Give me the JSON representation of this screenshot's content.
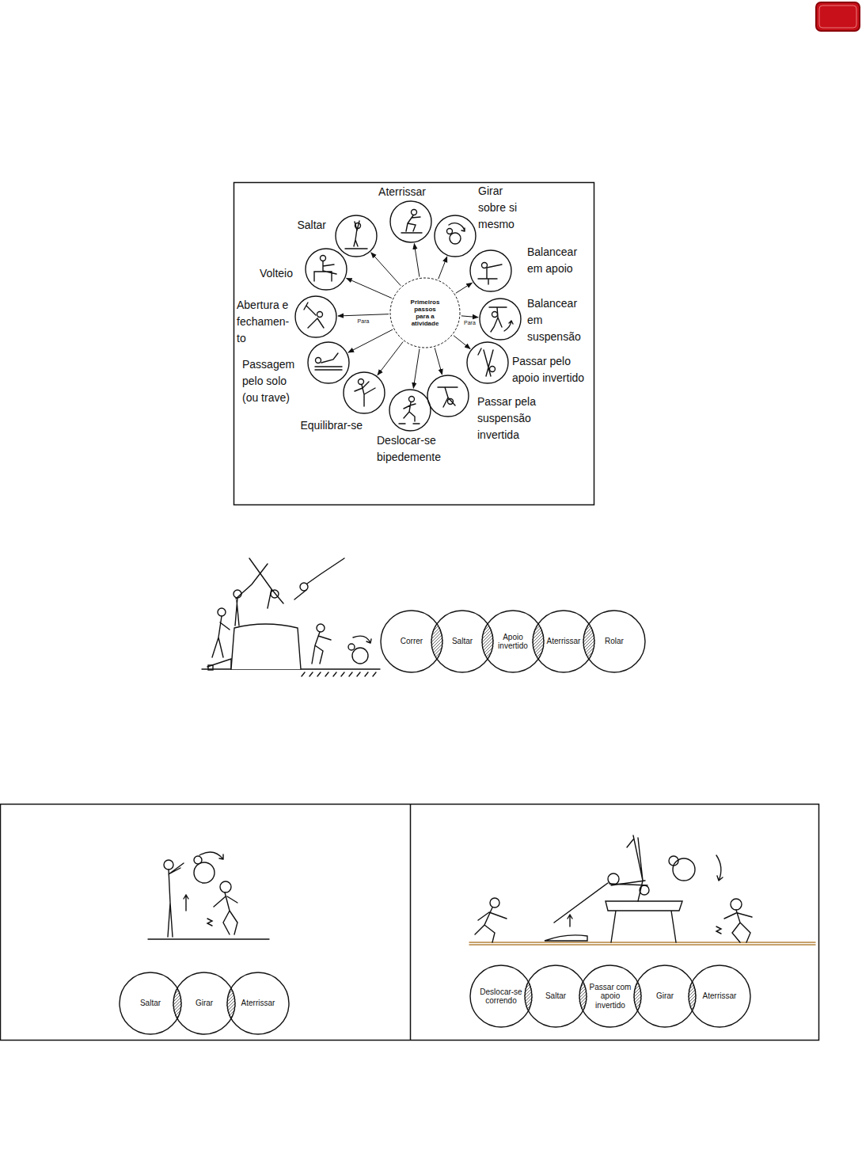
{
  "diagram": {
    "nodes": [
      {
        "text": [
          "Primeiros passos para a atividade"
        ]
      },
      {
        "text": [
          "Saltar"
        ]
      },
      {
        "text": [
          "Aterrissar"
        ]
      },
      {
        "text": [
          "Girar sobre si mesmo"
        ]
      },
      {
        "text": [
          "Balancear em apoio"
        ]
      },
      {
        "text": [
          "Balancear em suspensão"
        ]
      },
      {
        "text": [
          "Passar pelo apoio invertido"
        ]
      },
      {
        "text": [
          "Passar pela suspensão invertida"
        ]
      },
      {
        "text": [
          "Deslocar-se bipedemente"
        ]
      },
      {
        "text": [
          "Equilibrar-se"
        ]
      },
      {
        "text": [
          "Passagem pelo solo (ou trave)"
        ]
      },
      {
        "text": [
          "Abertura e fechamen- to"
        ]
      },
      {
        "text": [
          "Volteio"
        ]
      },
      {
        "text": [
          "Correr"
        ]
      },
      {
        "text": [
          "Saltar"
        ]
      },
      {
        "text": [
          "Apoio invertido"
        ]
      },
      {
        "text": [
          "Aterrissar"
        ]
      },
      {
        "text": [
          "Rolar"
        ]
      },
      {
        "text": [
          "Saltar"
        ]
      },
      {
        "text": [
          "Girar"
        ]
      },
      {
        "text": [
          "Aterrissar"
        ]
      },
      {
        "text": [
          "Deslocar-se correndo"
        ]
      },
      {
        "text": [
          "Saltar"
        ]
      },
      {
        "text": [
          "Passar com apoio invertido"
        ]
      },
      {
        "text": [
          "Girar"
        ]
      },
      {
        "text": [
          "Aterrissar"
        ]
      }
    ],
    "edges": [
      {
        "from": 0,
        "to": 1,
        "arrow": "to"
      },
      {
        "from": 0,
        "to": 2,
        "arrow": "to"
      },
      {
        "from": 0,
        "to": 3,
        "arrow": "to"
      },
      {
        "from": 0,
        "to": 4,
        "arrow": "to"
      },
      {
        "from": 0,
        "to": 5,
        "arrow": "to",
        "label": "Para"
      },
      {
        "from": 0,
        "to": 6,
        "arrow": "to"
      },
      {
        "from": 0,
        "to": 7,
        "arrow": "to"
      },
      {
        "from": 0,
        "to": 8,
        "arrow": "to"
      },
      {
        "from": 0,
        "to": 9,
        "arrow": "to"
      },
      {
        "from": 0,
        "to": 10,
        "arrow": "to"
      },
      {
        "from": 0,
        "to": 11,
        "arrow": "to",
        "label": "Para"
      },
      {
        "from": 0,
        "to": 12,
        "arrow": "to"
      }
    ]
  }
}
